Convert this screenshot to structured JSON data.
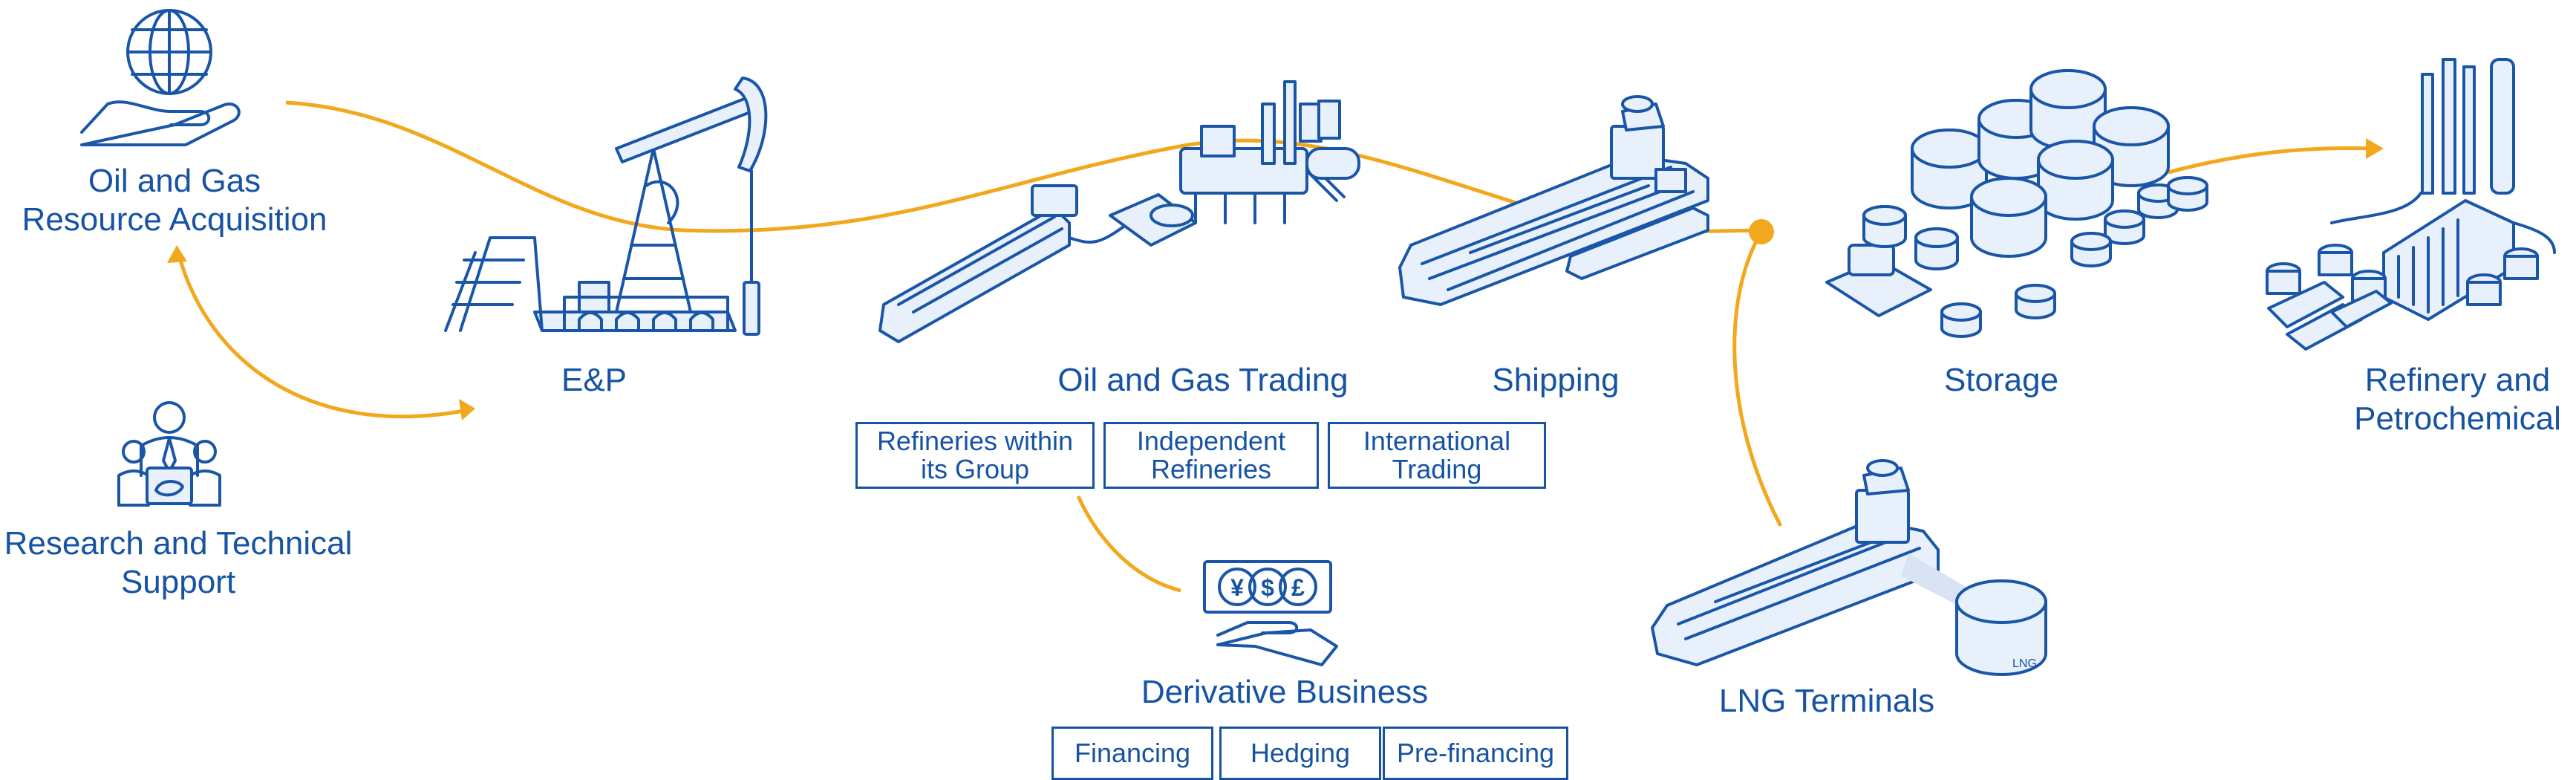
{
  "stages": {
    "resource": "Oil and Gas\nResource Acquisition",
    "research": "Research and Technical\nSupport",
    "ep": "E&P",
    "trading": "Oil and Gas Trading",
    "shipping": "Shipping",
    "storage": "Storage",
    "refinery": "Refinery and\nPetrochemical",
    "lng": "LNG Terminals",
    "derivative": "Derivative Business"
  },
  "trading_boxes": [
    "Refineries within\nits Group",
    "Independent\nRefineries",
    "International\nTrading"
  ],
  "derivative_boxes": [
    "Financing",
    "Hedging",
    "Pre-financing"
  ],
  "currency_symbols": [
    "¥",
    "$",
    "£"
  ],
  "lng_tank_text": "LNG",
  "icons": {
    "resource": "globe-hand-icon",
    "research": "researcher-icon",
    "ep": "pumpjack-icon",
    "trading": "tanker-terminal-icon",
    "shipping": "oil-tanker-icon",
    "storage": "storage-tanks-icon",
    "refinery": "refinery-icon",
    "lng": "lng-carrier-icon",
    "derivative": "money-hand-icon"
  },
  "colors": {
    "primary": "#1653a3",
    "flow": "#f2a81d",
    "background": "#ffffff"
  }
}
